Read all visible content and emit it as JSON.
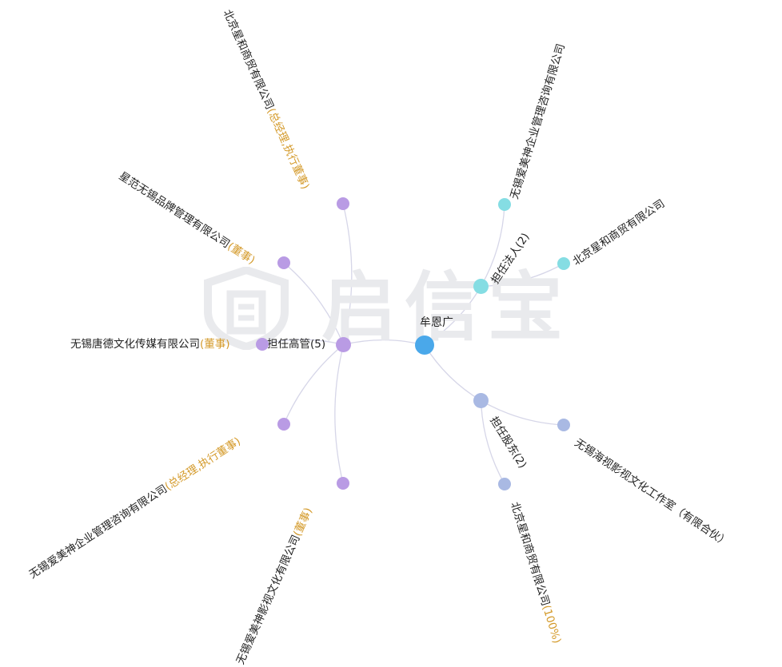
{
  "watermark": {
    "text": "启信宝",
    "logo_icon": "shield-logo-icon"
  },
  "center": {
    "name": "牟恩广",
    "color": "#4aa8ea"
  },
  "groups": {
    "legal_rep": {
      "label": "担任法人(2)",
      "color": "#85dde3"
    },
    "executive": {
      "label": "担任高管(5)",
      "color": "#b99be4"
    },
    "shareholder": {
      "label": "担任股东(2)",
      "color": "#a9b9e3"
    }
  },
  "legal_rep_companies": [
    {
      "name": "无锡爱美神企业管理咨询有限公司",
      "role": ""
    },
    {
      "name": "北京星和商贸有限公司",
      "role": ""
    }
  ],
  "executive_companies": [
    {
      "name": "北京星和商贸有限公司",
      "role": "(总经理,执行董事)"
    },
    {
      "name": "星范无锡品牌管理有限公司",
      "role": "(董事)"
    },
    {
      "name": "无锡唐德文化传媒有限公司",
      "role": "(董事)"
    },
    {
      "name": "无锡爱美神企业管理咨询有限公司",
      "role": "(总经理,执行董事)"
    },
    {
      "name": "无锡爱美神影视文化有限公司",
      "role": "(董事)"
    }
  ],
  "shareholder_companies": [
    {
      "name": "无锡海视影视文化工作室（有限合伙）",
      "role": ""
    },
    {
      "name": "北京星和商贸有限公司",
      "role": "(100%)"
    }
  ],
  "colors": {
    "link": "#d6d6e8",
    "role_text": "#d49a2a"
  }
}
